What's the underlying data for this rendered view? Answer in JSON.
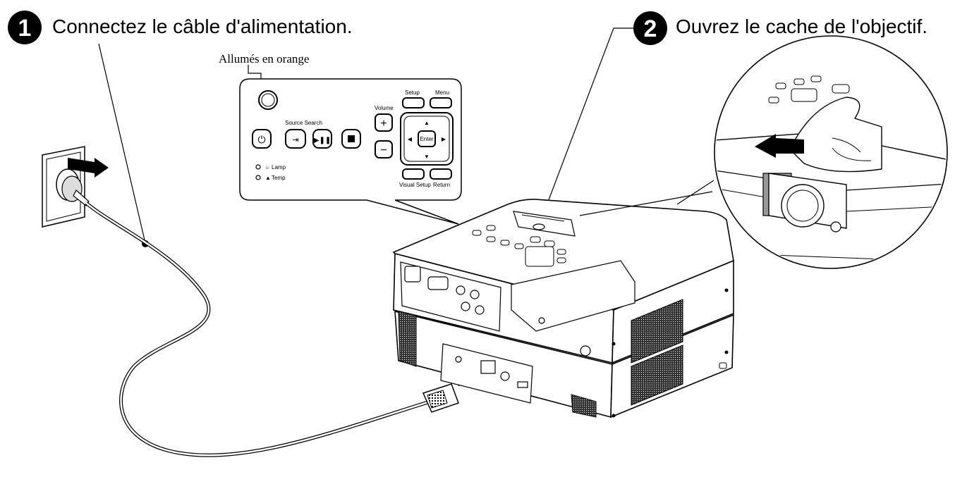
{
  "steps": [
    {
      "number": "1",
      "text": "Connectez le câble d'alimentation."
    },
    {
      "number": "2",
      "text": "Ouvrez le cache de l'objectif."
    }
  ],
  "callouts": {
    "power_indicator": "Allumés en orange"
  },
  "control_panel": {
    "source_search": "Source Search",
    "volume": "Volume",
    "setup": "Setup",
    "menu": "Menu",
    "enter": "Enter",
    "visual_setup": "Visual Setup",
    "return": "Return",
    "lamp": "Lamp",
    "temp": "Temp"
  },
  "icons": [
    "power-icon",
    "source-icon",
    "play-pause-icon",
    "stop-icon",
    "arrow-icon",
    "lamp-icon",
    "temp-icon"
  ],
  "colors": {
    "line": "#000000",
    "panel_fill": "#ffffff",
    "hatch": "#000000"
  }
}
